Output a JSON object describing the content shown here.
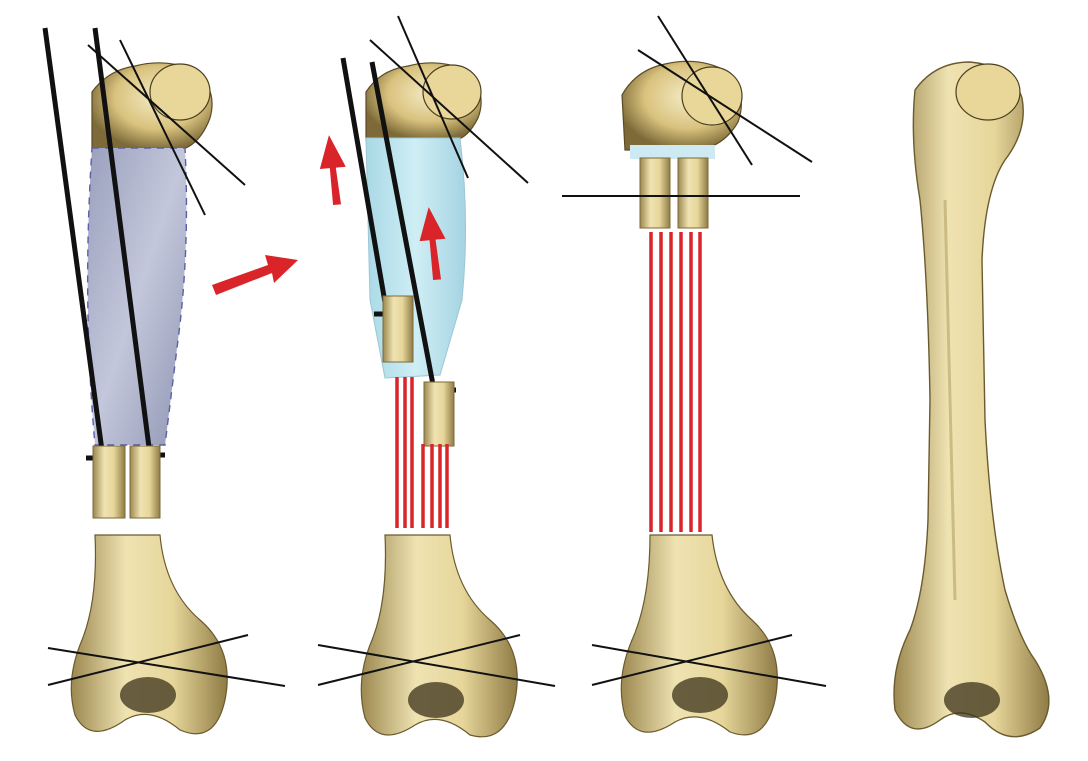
{
  "figure": {
    "panels": [
      {
        "id": "stage-1",
        "graft_shown": true,
        "graft_color": "#a9aec8",
        "rods_shown": false,
        "growth_arrows": 0
      },
      {
        "id": "stage-2",
        "graft_shown": true,
        "graft_color": "#bfe3ee",
        "rods_shown": true,
        "growth_arrows": 2
      },
      {
        "id": "stage-3",
        "graft_shown": false,
        "rods_shown": true,
        "growth_arrows": 0
      },
      {
        "id": "stage-4",
        "graft_shown": false,
        "rods_shown": false,
        "growth_arrows": 0
      }
    ],
    "colors": {
      "bone_light": "#efe3b2",
      "bone_mid": "#d8c68a",
      "bone_shadow": "#8f7b45",
      "rod_red": "#d9252a",
      "line_dark": "#111111",
      "transition_arrow": "#d9252a"
    }
  }
}
